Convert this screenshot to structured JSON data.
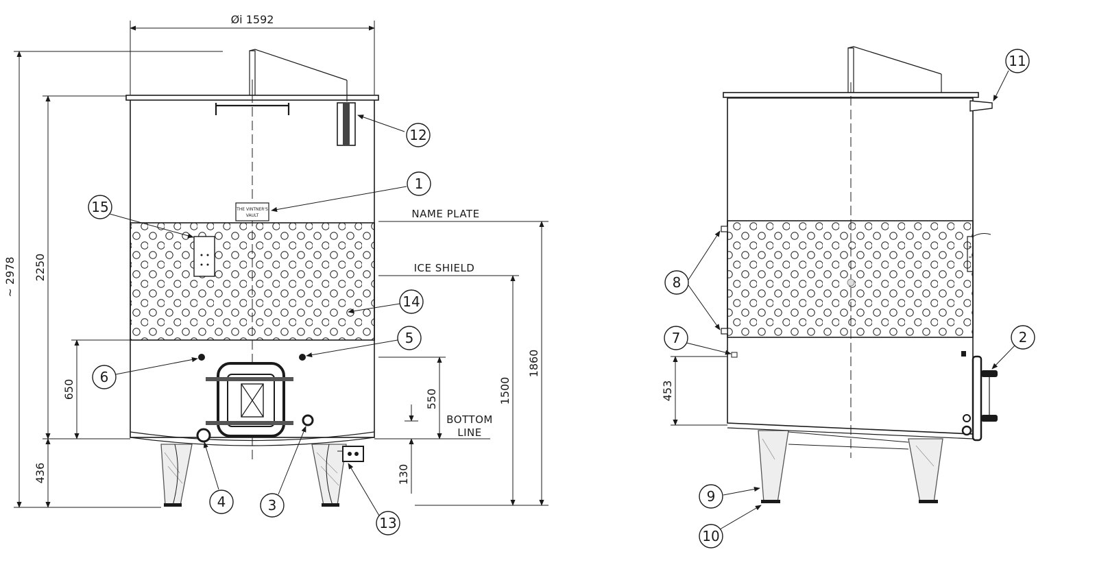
{
  "dimensions": {
    "diameter": "Øi 1592",
    "overall_height": "~ 2978",
    "shell_height": "2250",
    "leg_height": "436",
    "manway_height": "650",
    "bottom_valve": "550",
    "ice_shield_height": "1500",
    "name_plate_height": "1860",
    "bottom_offset": "130",
    "side_height": "453"
  },
  "notes": {
    "name_plate": "NAME PLATE",
    "ice_shield": "ICE SHIELD",
    "bottom_line_1": "BOTTOM",
    "bottom_line_2": "LINE"
  },
  "plate": {
    "line1": "THE VINTNER'S",
    "line2": "VAULT"
  },
  "callouts": {
    "c1": "1",
    "c2": "2",
    "c3": "3",
    "c4": "4",
    "c5": "5",
    "c6": "6",
    "c7": "7",
    "c8": "8",
    "c9": "9",
    "c10": "10",
    "c11": "11",
    "c12": "12",
    "c13": "13",
    "c14": "14",
    "c15": "15"
  }
}
